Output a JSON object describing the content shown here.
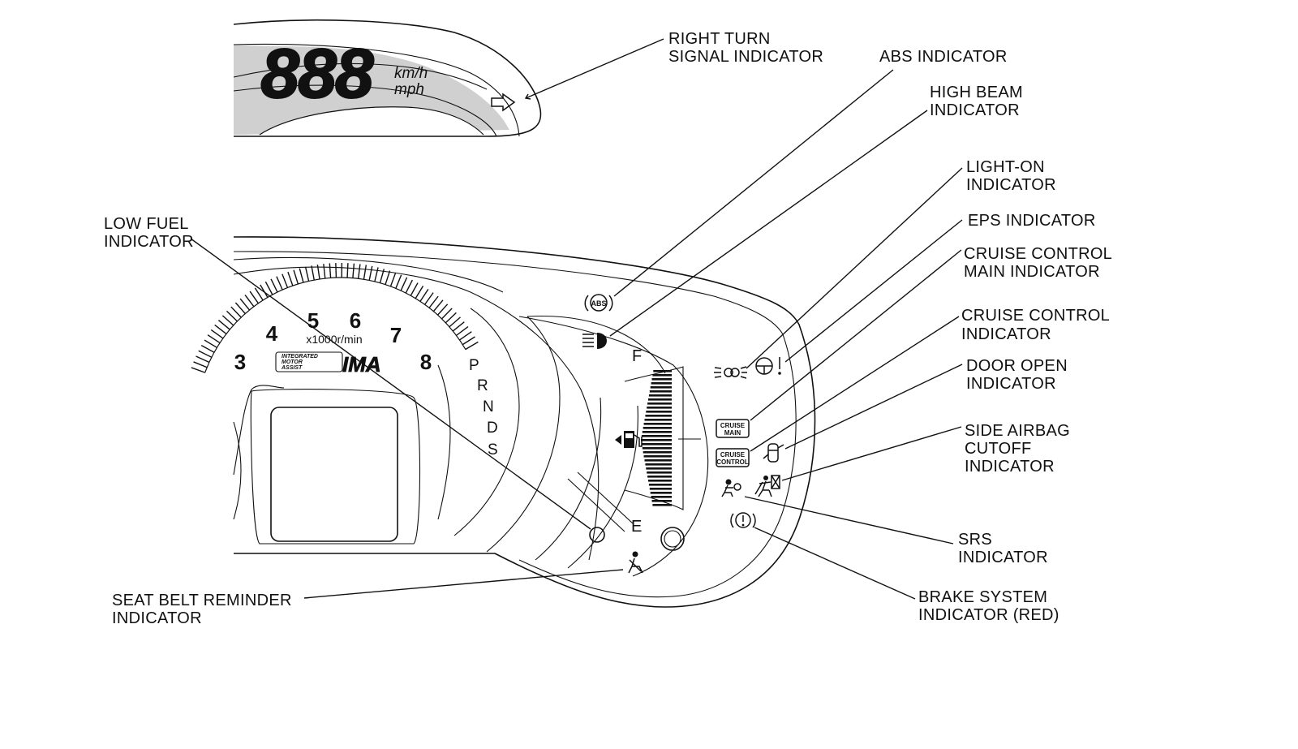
{
  "speed_display": {
    "digits": "888",
    "unit_primary": "km/h",
    "unit_secondary": "mph"
  },
  "tachometer": {
    "ticks": [
      "3",
      "4",
      "5",
      "6",
      "7",
      "8"
    ],
    "unit": "x1000r/min",
    "ima_text": [
      "INTEGRATED",
      "MOTOR",
      "ASSIST"
    ],
    "ima_logo": "IMA"
  },
  "gear_positions": [
    "P",
    "R",
    "N",
    "D",
    "S"
  ],
  "fuel_gauge": {
    "full": "F",
    "empty": "E"
  },
  "icons": {
    "abs": "ABS",
    "cruise_main": [
      "CRUISE",
      "MAIN"
    ],
    "cruise_control": [
      "CRUISE",
      "CONTROL"
    ]
  },
  "labels": {
    "right_turn": [
      "RIGHT TURN",
      "SIGNAL INDICATOR"
    ],
    "abs": [
      "ABS INDICATOR"
    ],
    "high_beam": [
      "HIGH BEAM",
      "INDICATOR"
    ],
    "light_on": [
      "LIGHT-ON",
      "INDICATOR"
    ],
    "eps": [
      "EPS INDICATOR"
    ],
    "cruise_main": [
      "CRUISE CONTROL",
      "MAIN INDICATOR"
    ],
    "cruise_control": [
      "CRUISE CONTROL",
      "INDICATOR"
    ],
    "door_open": [
      "DOOR OPEN",
      "INDICATOR"
    ],
    "side_airbag": [
      "SIDE AIRBAG",
      "CUTOFF",
      "INDICATOR"
    ],
    "srs": [
      "SRS",
      "INDICATOR"
    ],
    "brake": [
      "BRAKE SYSTEM",
      "INDICATOR (RED)"
    ],
    "low_fuel": [
      "LOW FUEL",
      "INDICATOR"
    ],
    "seat_belt": [
      "SEAT BELT REMINDER",
      "INDICATOR"
    ]
  }
}
